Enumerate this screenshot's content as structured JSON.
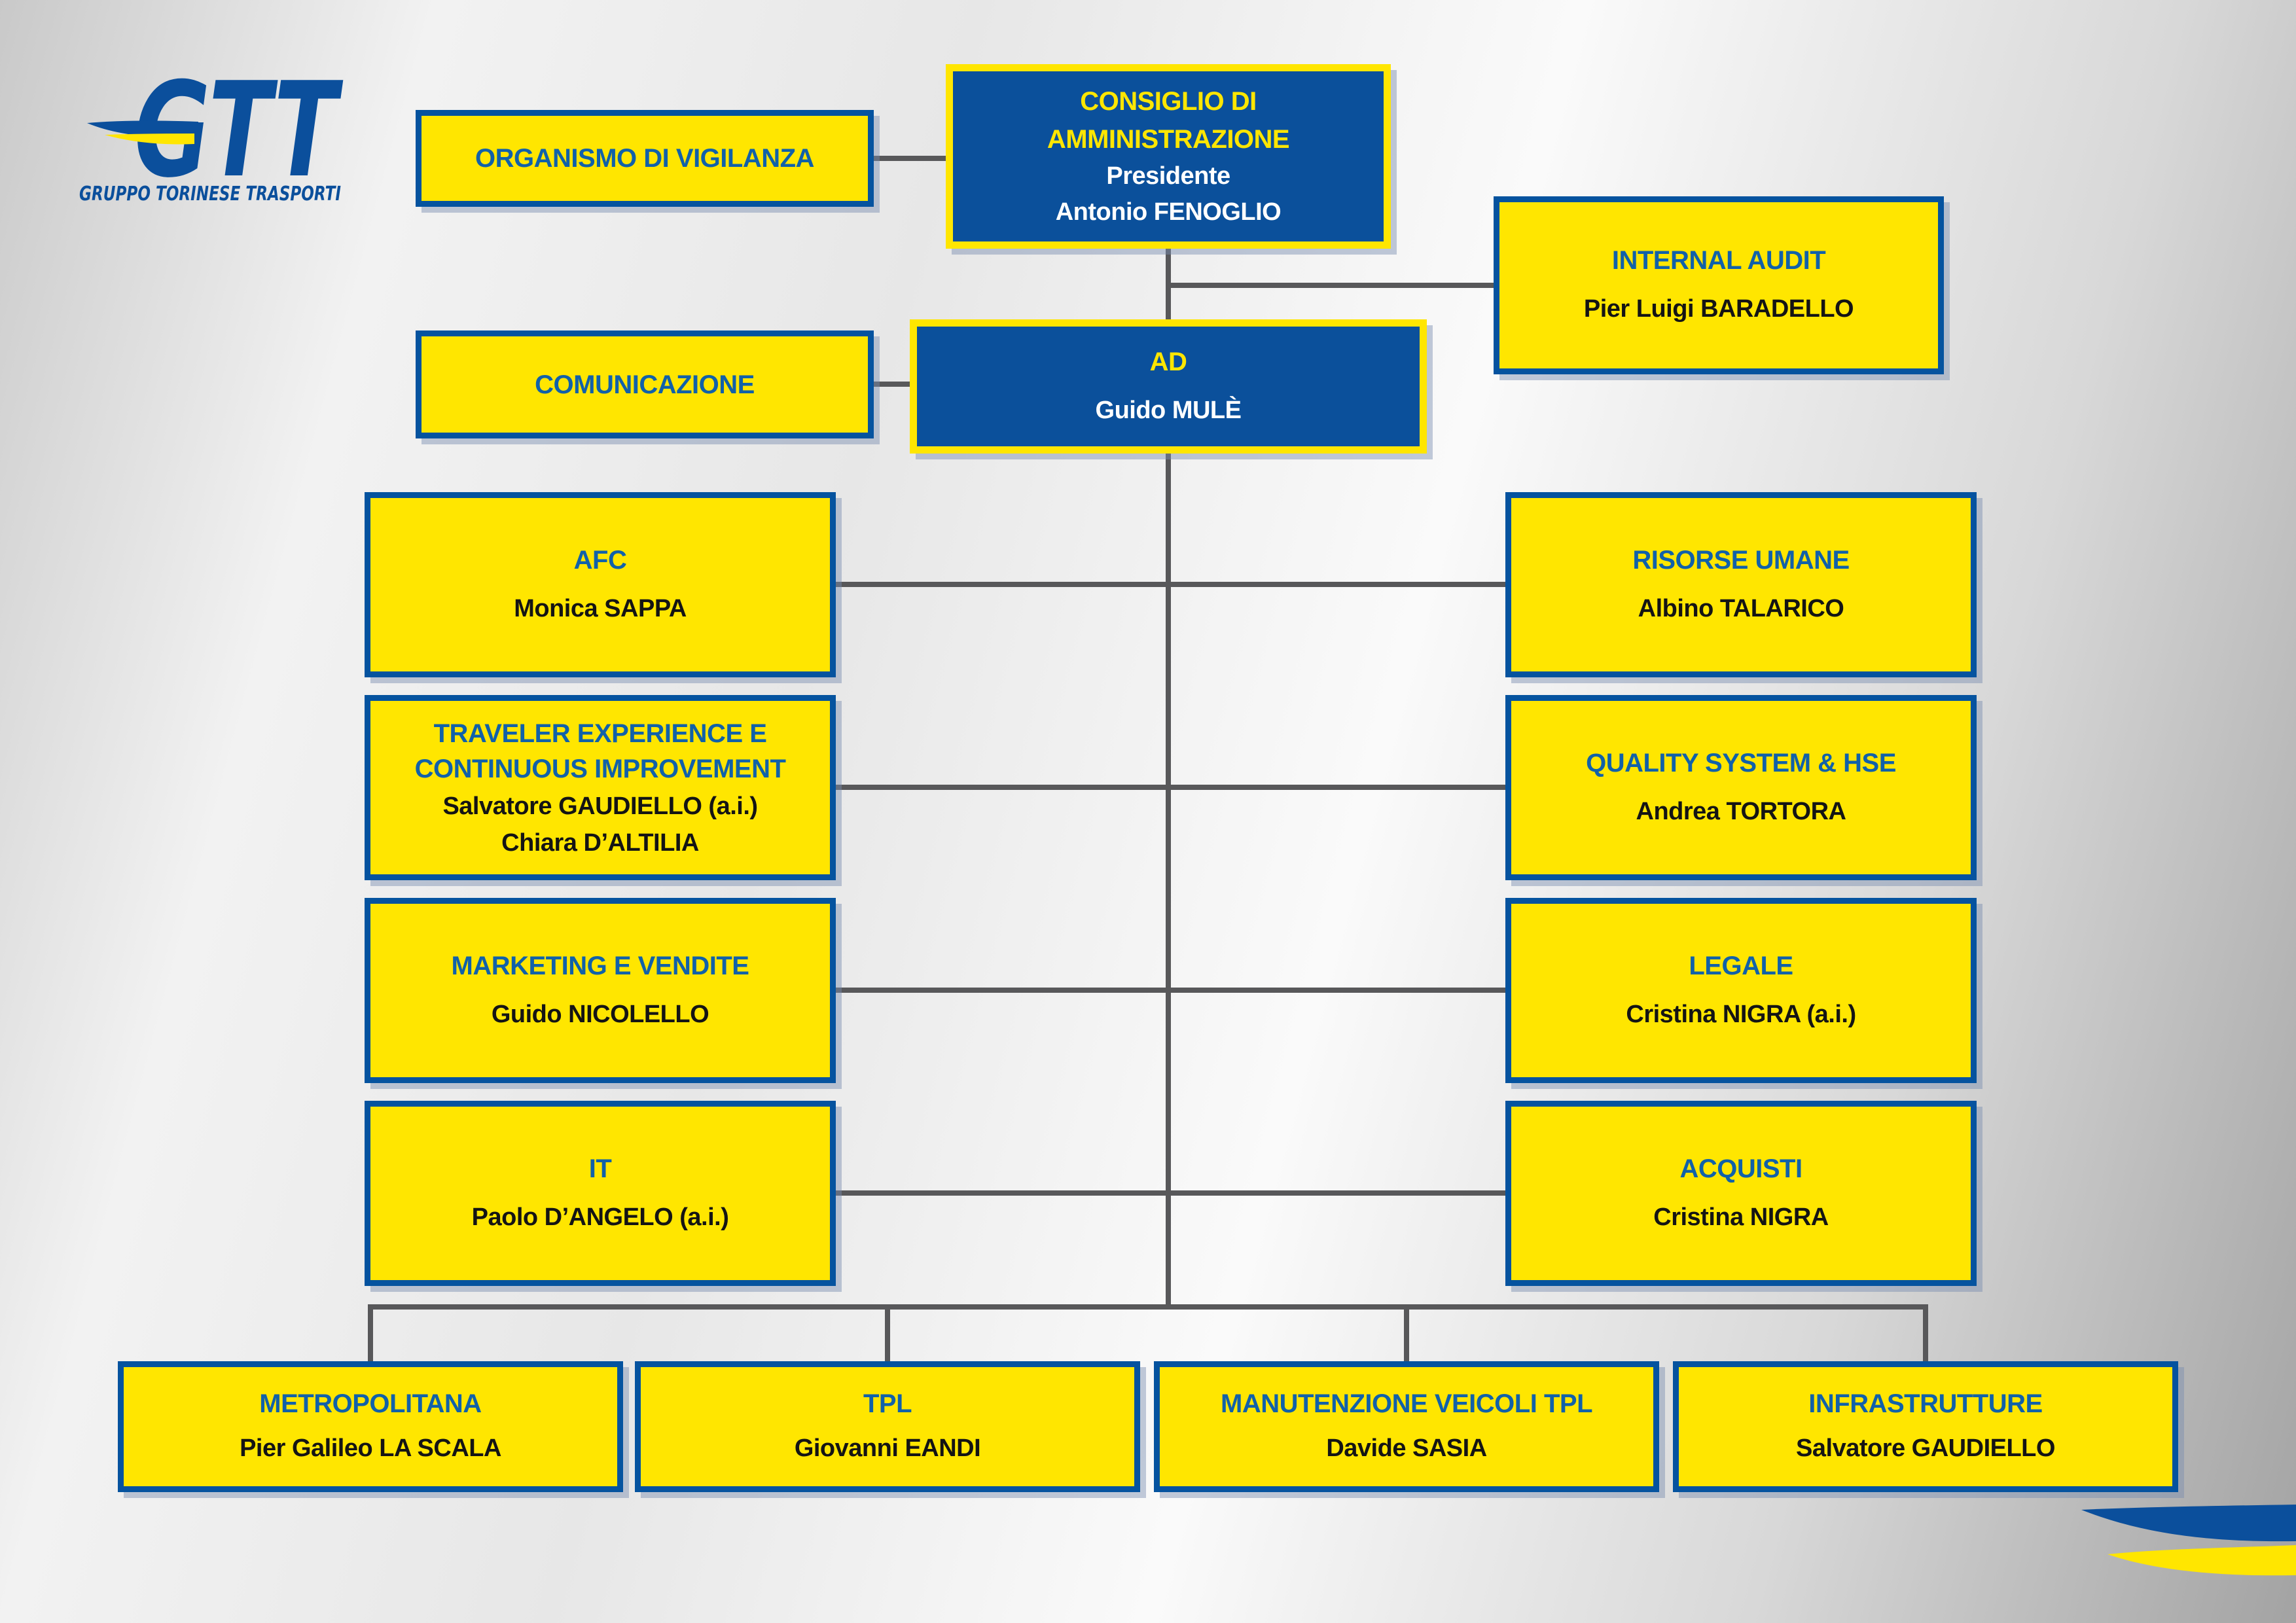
{
  "logo": {
    "acronym": "GTT",
    "tagline": "GRUPPO TORINESE TRASPORTI"
  },
  "colors": {
    "brand_blue": "#0B509B",
    "brand_yellow": "#FFE600",
    "title_blue": "#1161A9",
    "name_black": "#141414",
    "connector_gray": "#58585A"
  },
  "nodes": {
    "organismo": {
      "title": "ORGANISMO DI VIGILANZA"
    },
    "consiglio": {
      "title_line1": "CONSIGLIO DI",
      "title_line2": "AMMINISTRAZIONE",
      "role": "Presidente",
      "name": "Antonio FENOGLIO"
    },
    "internal_audit": {
      "title": "INTERNAL AUDIT",
      "name": "Pier Luigi BARADELLO"
    },
    "comunicazione": {
      "title": "COMUNICAZIONE"
    },
    "ad": {
      "title": "AD",
      "name": "Guido MULÈ"
    },
    "afc": {
      "title": "AFC",
      "name": "Monica SAPPA"
    },
    "traveler": {
      "title": "TRAVELER EXPERIENCE E CONTINUOUS IMPROVEMENT",
      "name1": "Salvatore GAUDIELLO (a.i.)",
      "name2": "Chiara D’ALTILIA"
    },
    "marketing": {
      "title": "MARKETING E VENDITE",
      "name": "Guido NICOLELLO"
    },
    "it": {
      "title": "IT",
      "name": "Paolo D’ANGELO (a.i.)"
    },
    "risorse": {
      "title": "RISORSE UMANE",
      "name": "Albino TALARICO"
    },
    "quality": {
      "title": "QUALITY SYSTEM & HSE",
      "name": "Andrea TORTORA"
    },
    "legale": {
      "title": "LEGALE",
      "name": "Cristina NIGRA (a.i.)"
    },
    "acquisti": {
      "title": "ACQUISTI",
      "name": "Cristina NIGRA"
    },
    "metropolitana": {
      "title": "METROPOLITANA",
      "name": "Pier Galileo LA SCALA"
    },
    "tpl": {
      "title": "TPL",
      "name": "Giovanni EANDI"
    },
    "manutenzione": {
      "title": "MANUTENZIONE VEICOLI TPL",
      "name": "Davide SASIA"
    },
    "infrastrutture": {
      "title": "INFRASTRUTTURE",
      "name": "Salvatore GAUDIELLO"
    }
  }
}
